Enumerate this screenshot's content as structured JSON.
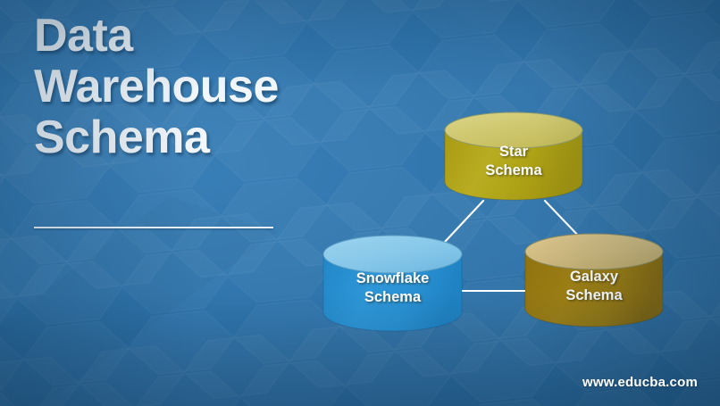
{
  "slide": {
    "background_color": "#2f74ab",
    "pattern": "hexagon-honeycomb"
  },
  "title": {
    "lines": [
      "Data",
      "Warehouse",
      "Schema"
    ],
    "color": "#f2f7fb"
  },
  "diagram": {
    "type": "entity-relationship-triangle",
    "nodes": [
      {
        "id": "star",
        "label": "Star\nSchema",
        "shape": "cylinder",
        "body_color": "#b0a418",
        "top_color": "#d2cb74",
        "text_color": "#ffffff"
      },
      {
        "id": "snowflake",
        "label": "Snowflake\nSchema",
        "shape": "cylinder",
        "body_color": "#2a92d4",
        "top_color": "#88c9ea",
        "text_color": "#ffffff"
      },
      {
        "id": "galaxy",
        "label": "Galaxy\nSchema",
        "shape": "cylinder",
        "body_color": "#9a7b11",
        "top_color": "#cfb97f",
        "text_color": "#ffffff"
      }
    ],
    "connectors": [
      {
        "from": "star",
        "to": "snowflake",
        "color": "#ffffff"
      },
      {
        "from": "star",
        "to": "galaxy",
        "color": "#ffffff"
      },
      {
        "from": "snowflake",
        "to": "galaxy",
        "color": "#ffffff"
      }
    ]
  },
  "footer": {
    "url": "www.educba.com"
  }
}
